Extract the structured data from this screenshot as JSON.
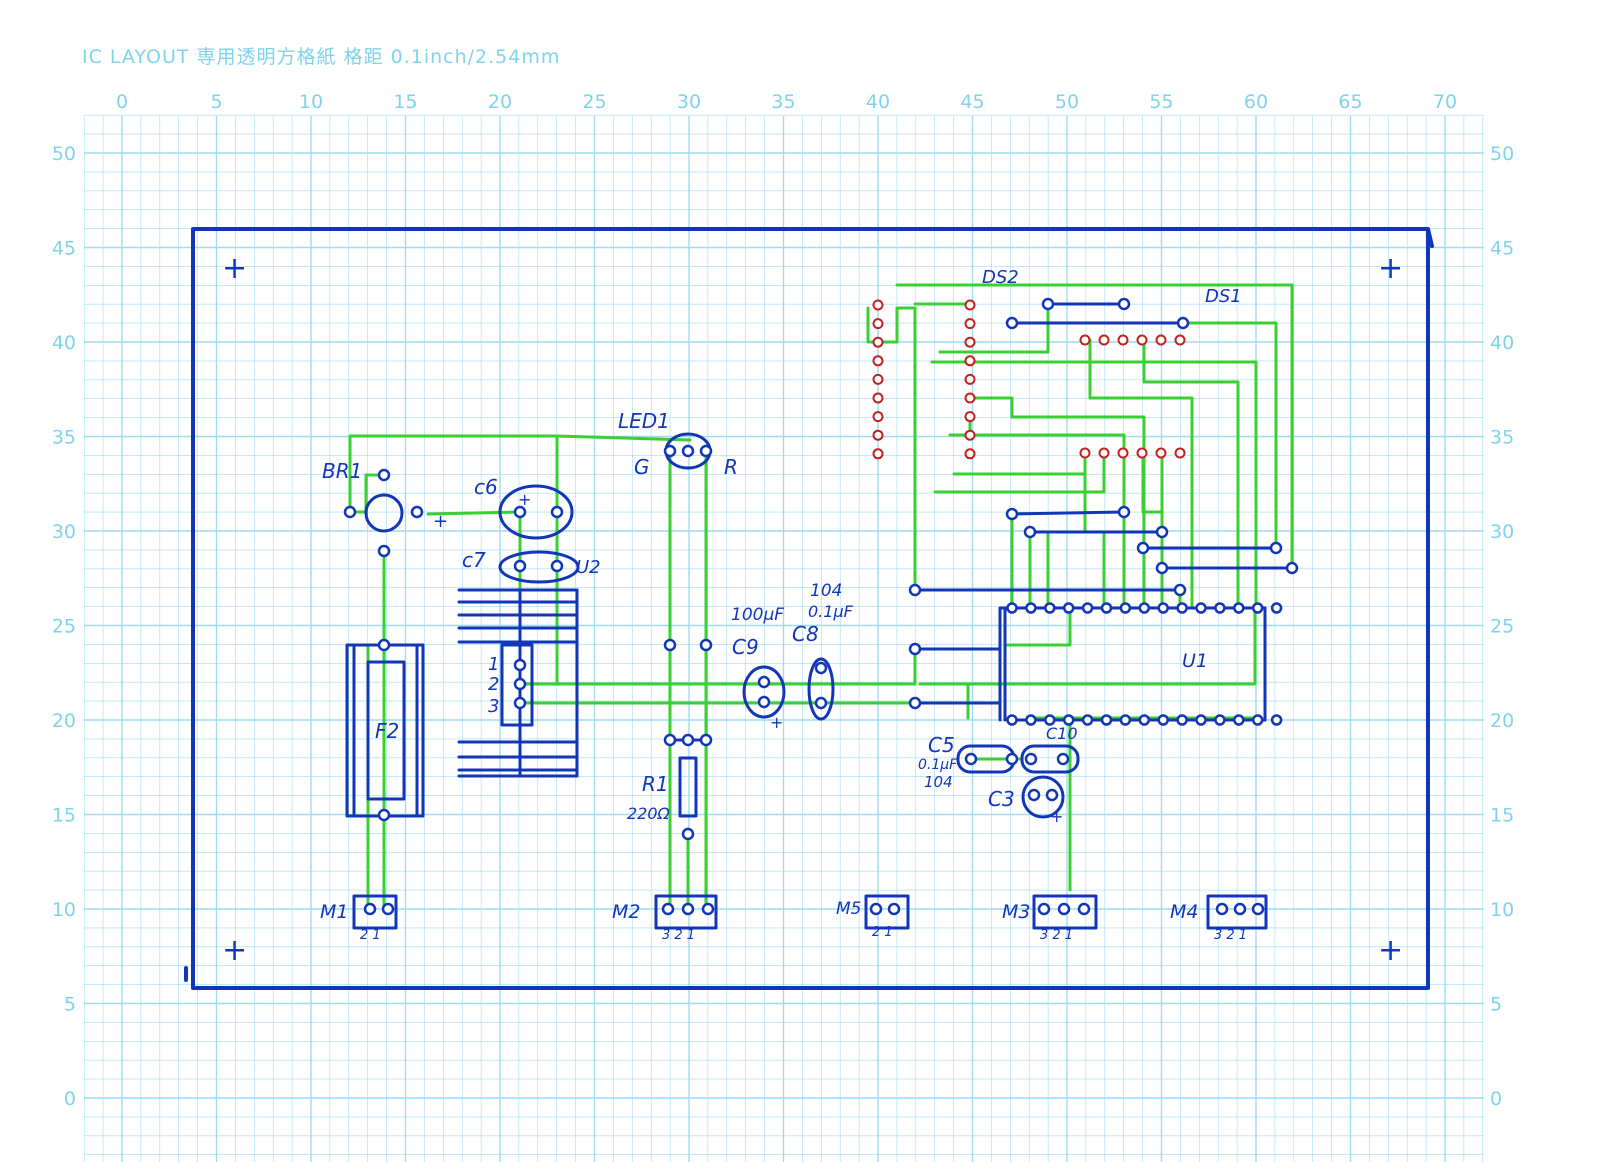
{
  "sheet": {
    "header": "IC LAYOUT 専用透明方格紙 格距 0.1inch/2.54mm",
    "x_ticks": [
      "0",
      "5",
      "10",
      "15",
      "20",
      "25",
      "30",
      "35",
      "40",
      "45",
      "50",
      "55",
      "60",
      "65",
      "70"
    ],
    "y_ticks": [
      "50",
      "45",
      "40",
      "35",
      "30",
      "25",
      "20",
      "15",
      "10",
      "5",
      "0"
    ]
  },
  "labels": {
    "br1": "BR1",
    "c6": "c6",
    "c7": "c7",
    "u2": "U2",
    "led1": "LED1",
    "led_g": "G",
    "led_r": "R",
    "f2": "F2",
    "r1": "R1",
    "r1_val": "220Ω",
    "c9": "C9",
    "c9_val": "100μF",
    "c8": "C8",
    "c8_val1": "104",
    "c8_val2": "0.1μF",
    "c5": "C5",
    "c5_val1": "0.1μF",
    "c5_val2": "104",
    "c10": "C10",
    "c3": "C3",
    "ds1": "DS1",
    "ds2": "DS2",
    "u1": "U1",
    "m1": "M1",
    "m2": "M2",
    "m3": "M3",
    "m4": "M4",
    "m5": "M5",
    "pin1": "1",
    "pin2": "2",
    "pin3": "3",
    "plus": "+",
    "m1_pins": "2 1",
    "m2_pins": "3 2 1",
    "m3_pins": "3 2 1",
    "m4_pins": "3 2 1",
    "m5_pins": "2 1"
  },
  "colors": {
    "grid": "#9fdcf0",
    "ink_blue": "#1236b8",
    "trace_green": "#38d032",
    "pin_red": "#c42020"
  }
}
